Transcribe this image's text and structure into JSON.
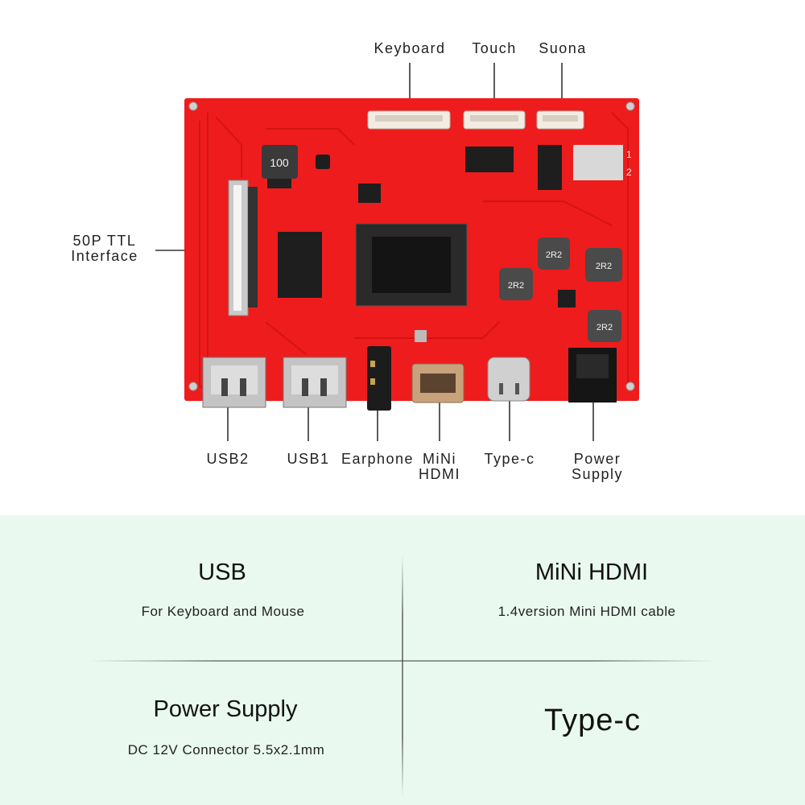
{
  "board": {
    "callouts": {
      "keyboard": "Keyboard",
      "touch": "Touch",
      "suona": "Suona",
      "ttl_line1": "50P TTL",
      "ttl_line2": "Interface",
      "usb2": "USB2",
      "usb1": "USB1",
      "earphone": "Earphone",
      "mini_hdmi_line1": "MiNi",
      "mini_hdmi_line2": "HDMI",
      "typec": "Type-c",
      "power_line1": "Power",
      "power_line2": "Supply"
    },
    "silkscreen": {
      "inductor_main": "100",
      "inductor_a": "2R2",
      "inductor_b": "2R2",
      "inductor_c": "2R2",
      "inductor_d": "2R2",
      "row1": "1",
      "row2": "2"
    },
    "colors": {
      "pcb": "#ee1c1c",
      "pcb_trace": "#d01010"
    }
  },
  "features": [
    {
      "title": "USB",
      "desc": "For Keyboard and Mouse"
    },
    {
      "title": "MiNi HDMI",
      "desc": "1.4version Mini HDMI cable"
    },
    {
      "title": "Power Supply",
      "desc": "DC 12V Connector 5.5x2.1mm"
    },
    {
      "title": "Type-c",
      "desc": ""
    }
  ],
  "panel_color": "#e9f9ef"
}
